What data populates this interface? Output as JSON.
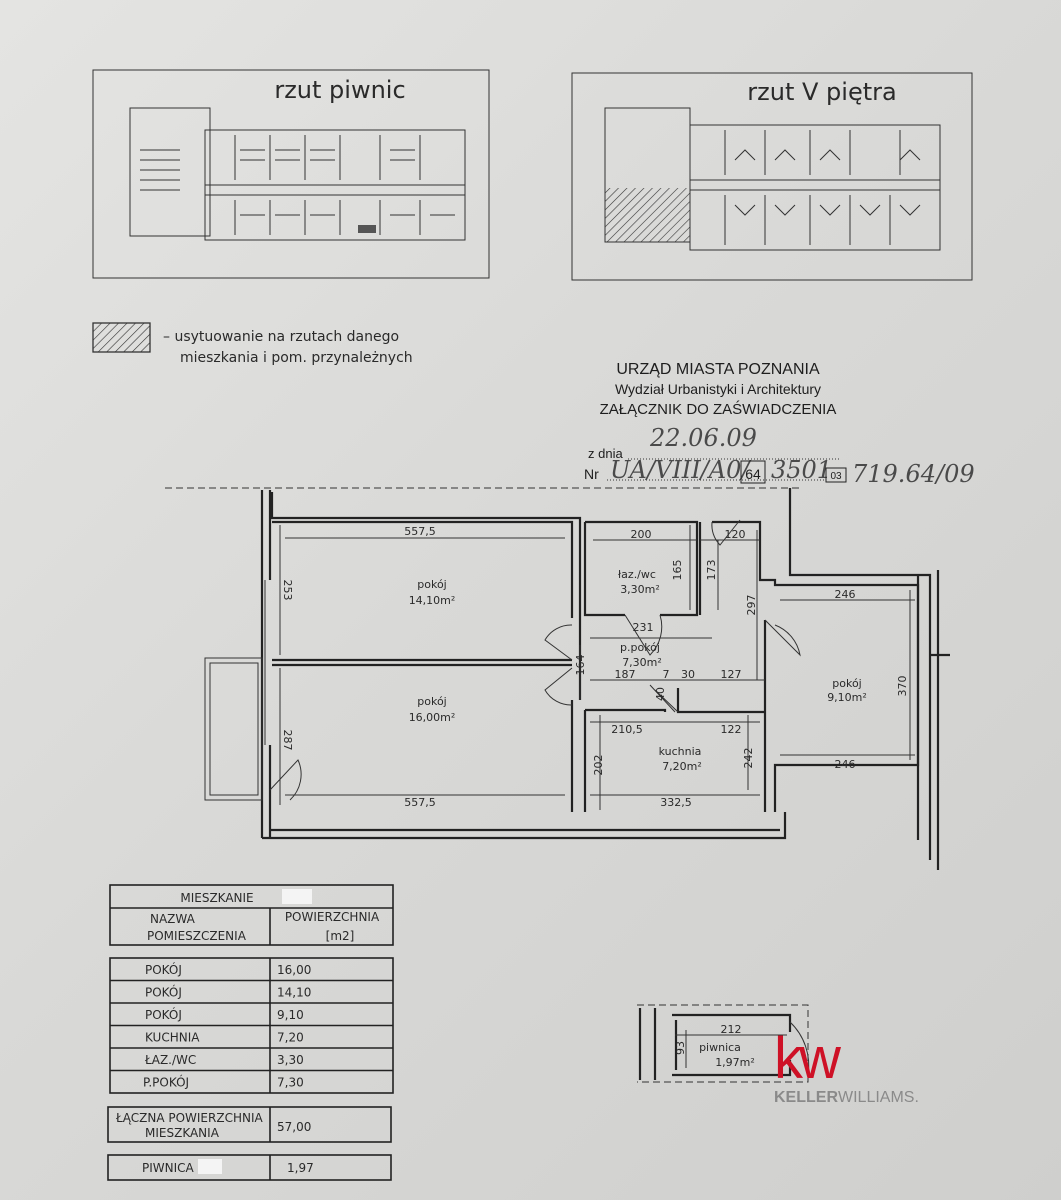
{
  "overview_plans": {
    "basement_title": "rzut piwnic",
    "floor_title": "rzut V piętra"
  },
  "legend": {
    "line1": "– usytuowanie na rzutach danego",
    "line2": "mieszkania i pom. przynależnych"
  },
  "stamp": {
    "office": "URZĄD MIASTA POZNANIA",
    "department": "Wydział Urbanistyki i Architektury",
    "attachment": "ZAŁĄCZNIK DO ZAŚWIADCZENIA",
    "date_label": "z dnia",
    "date_value": "22.06.09",
    "number_label": "Nr",
    "number_handwritten": "UA/VIII/A0/",
    "number_box1": "64",
    "number_mid": "3501",
    "number_box2": "03",
    "number_suffix": "719.64/09"
  },
  "floor_plan": {
    "rooms": [
      {
        "name": "pokój",
        "area": "14,10m²"
      },
      {
        "name": "pokój",
        "area": "16,00m²"
      },
      {
        "name": "łaz./wc",
        "area": "3,30m²"
      },
      {
        "name": "p.pokój",
        "area": "7,30m²"
      },
      {
        "name": "kuchnia",
        "area": "7,20m²"
      },
      {
        "name": "pokój",
        "area": "9,10m²"
      }
    ],
    "dimensions": {
      "room1_top": "557,5",
      "room1_side": "253",
      "room2_side": "287",
      "room2_bottom": "557,5",
      "bath_width": "200",
      "bath_height": "165",
      "hall_173": "173",
      "door_120": "120",
      "hall_297": "297",
      "hall_231": "231",
      "hall_164": "164",
      "hall_187": "187",
      "hall_7": "7",
      "hall_30": "30",
      "hall_127": "127",
      "hall_40": "40",
      "kitchen_2105": "210,5",
      "kitchen_122": "122",
      "kitchen_202": "202",
      "kitchen_242": "242",
      "kitchen_3325": "332,5",
      "room9_top": "246",
      "room9_side": "370",
      "room9_bottom": "246"
    }
  },
  "area_table": {
    "title": "MIESZKANIE",
    "col_name": [
      "NAZWA",
      "POMIESZCZENIA"
    ],
    "col_area": [
      "POWIERZCHNIA",
      "[m2]"
    ],
    "rows": [
      {
        "name": "POKÓJ",
        "area": "16,00"
      },
      {
        "name": "POKÓJ",
        "area": "14,10"
      },
      {
        "name": "POKÓJ",
        "area": "9,10"
      },
      {
        "name": "KUCHNIA",
        "area": "7,20"
      },
      {
        "name": "ŁAZ./WC",
        "area": "3,30"
      },
      {
        "name": "P.POKÓJ",
        "area": "7,30"
      }
    ],
    "total_label": [
      "ŁĄCZNA POWIERZCHNIA",
      "MIESZKANIA"
    ],
    "total_value": "57,00",
    "basement_label": "PIWNICA",
    "basement_value": "1,97"
  },
  "basement_unit": {
    "dim_width": "212",
    "dim_height": "93",
    "name": "piwnica",
    "area": "1,97m²"
  },
  "watermark": {
    "logo": "kw",
    "brand_bold": "KELLER",
    "brand_light": "WILLIAMS.",
    "color": "#ce1126"
  }
}
